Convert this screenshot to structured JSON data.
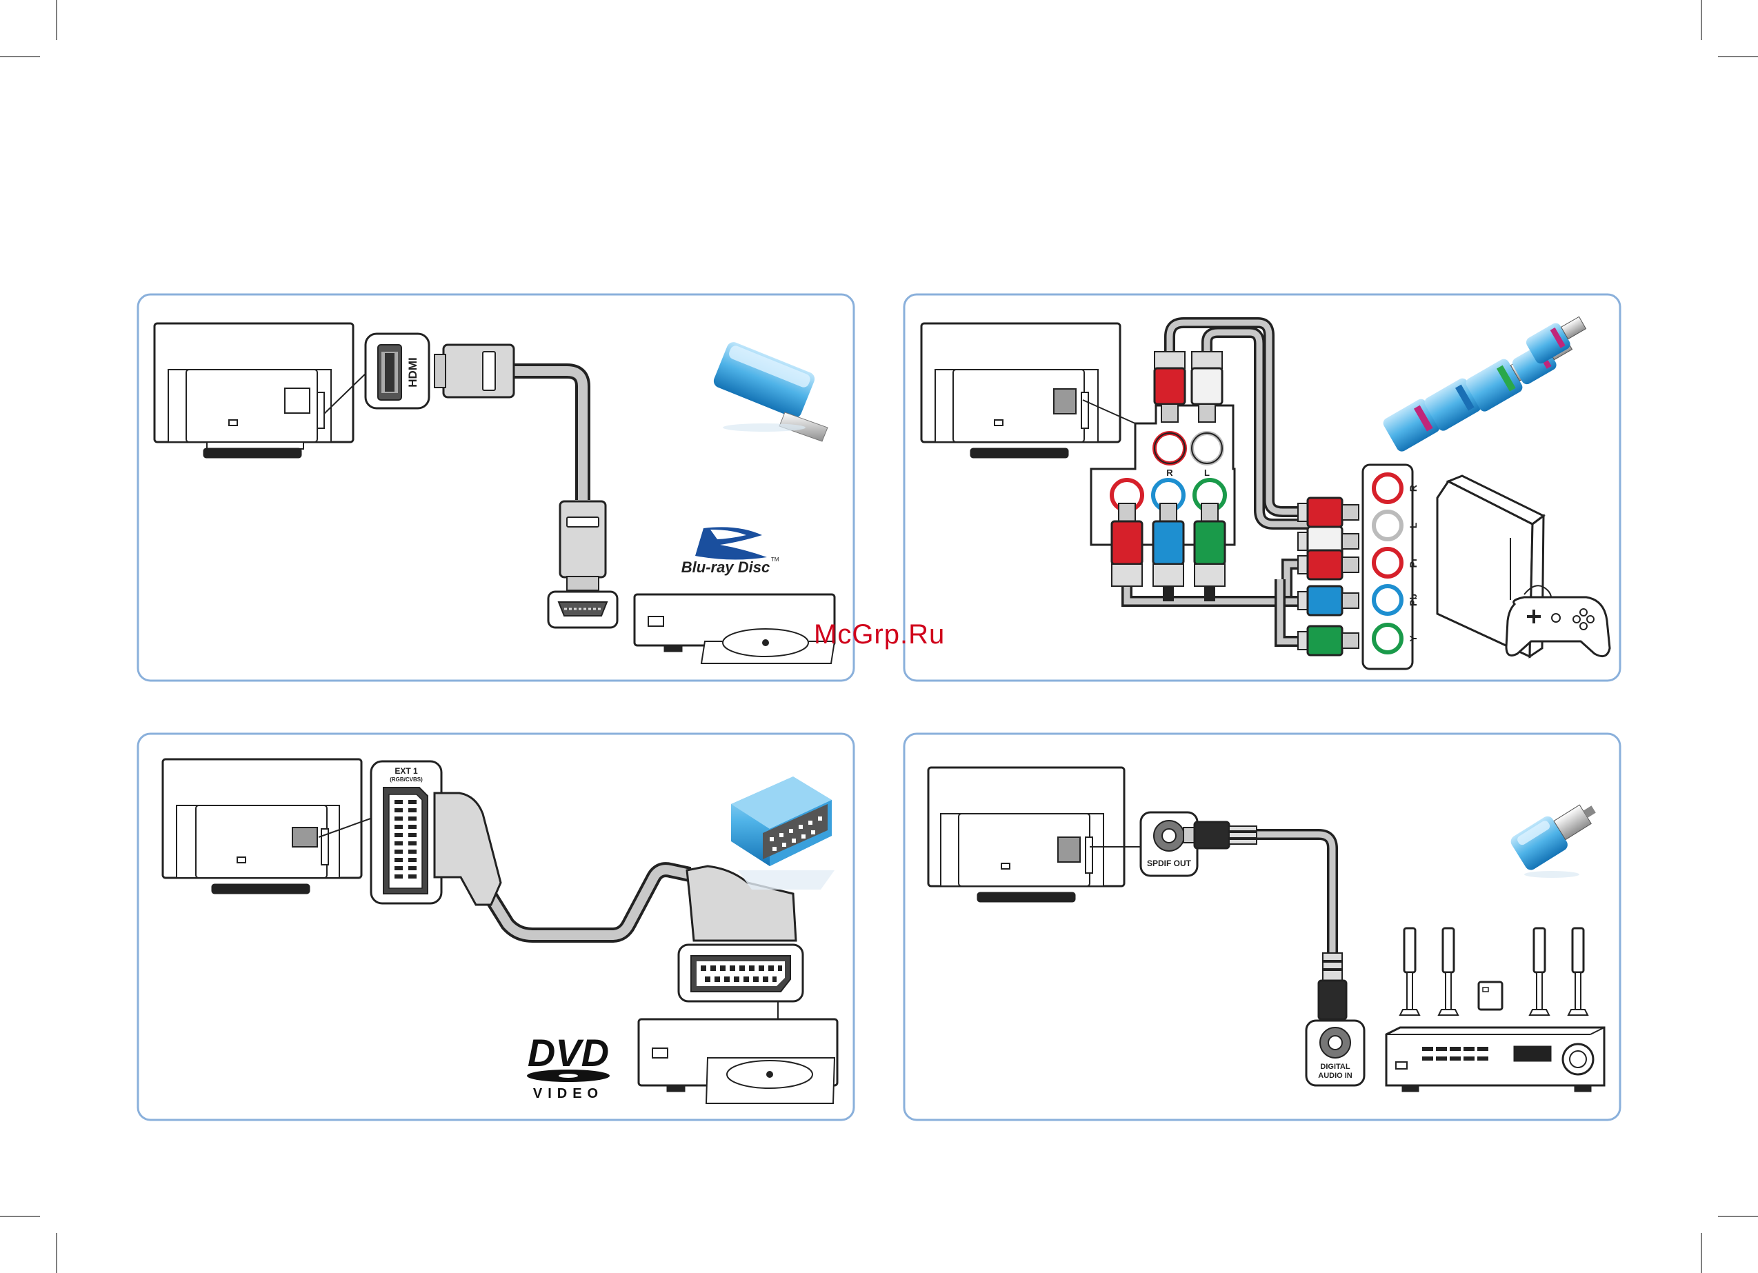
{
  "colors": {
    "panel_border": "#8ab0db",
    "outline": "#222222",
    "cable_fill": "#c8c8c8",
    "rca_red": "#d6202a",
    "rca_white": "#f2f2f2",
    "rca_blue": "#1e8fd0",
    "rca_green": "#1a9a4a",
    "watermark": "#d0021b"
  },
  "panels": [
    {
      "id": "hdmi",
      "port_label": "HDMI",
      "logo_text": "Blu-ray Disc",
      "logo_tm": "TM",
      "adapter_icon": "hdmi-plug-icon"
    },
    {
      "id": "component",
      "audio_labels": [
        "R",
        "L"
      ],
      "device_labels": [
        "R",
        "L",
        "Pr",
        "Pb",
        "Y"
      ],
      "device_icon": "game-console-icon",
      "adapter_icon": "rca-plugs-icon"
    },
    {
      "id": "scart",
      "port_label_line1": "EXT 1",
      "port_label_line2": "(RGB/CVBS)",
      "logo_main": "DVD",
      "logo_sub": "VIDEO",
      "adapter_icon": "scart-plug-icon"
    },
    {
      "id": "spdif",
      "tv_port_label": "SPDIF OUT",
      "amp_port_line1": "DIGITAL",
      "amp_port_line2": "AUDIO IN",
      "adapter_icon": "coax-plug-icon"
    }
  ],
  "watermark": "McGrp.Ru"
}
